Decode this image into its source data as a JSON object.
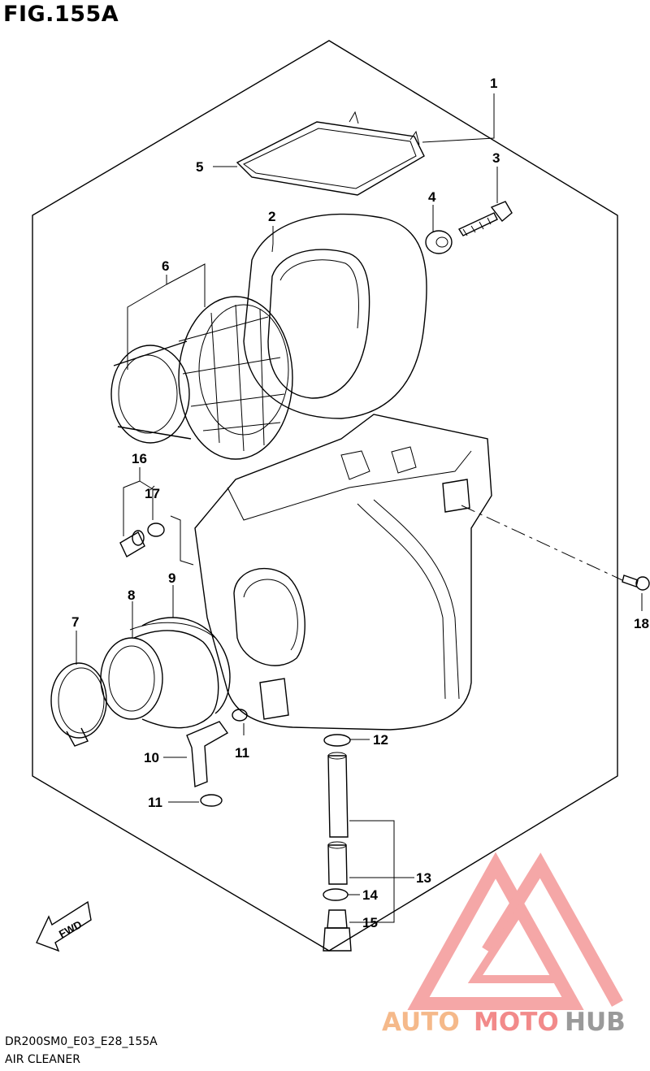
{
  "figure": {
    "title": "FIG.155A",
    "code": "DR200SM0_E03_E28_155A",
    "name": "AIR CLEANER"
  },
  "callouts": [
    "1",
    "2",
    "3",
    "4",
    "5",
    "6",
    "7",
    "8",
    "9",
    "10",
    "11",
    "11",
    "12",
    "13",
    "14",
    "15",
    "16",
    "17",
    "18"
  ],
  "fwd_label": "FWD",
  "watermark": {
    "brand": [
      "AUTO",
      "MOTO",
      "HUB"
    ],
    "colors": [
      "#f5b98a",
      "#f28a8a",
      "#9a9a9a"
    ]
  }
}
